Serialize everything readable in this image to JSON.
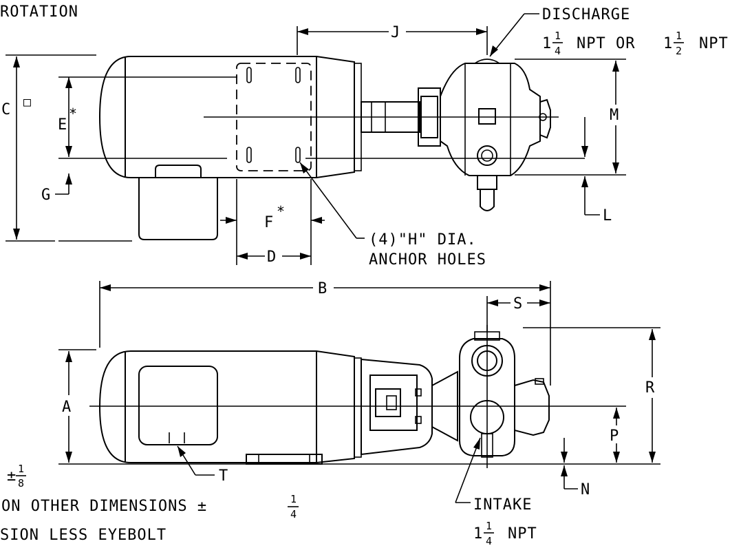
{
  "notes": {
    "rotation": "ROTATION",
    "tol_pm_prefix": "±",
    "tol_eighth_num": "1",
    "tol_eighth_den": "8",
    "other_dims": "ON OTHER DIMENSIONS ±",
    "other_num": "1",
    "other_den": "4",
    "less_eyebolt": "SION LESS EYEBOLT"
  },
  "discharge": {
    "label": "DISCHARGE",
    "size1_whole": "1",
    "size1_num": "1",
    "size1_den": "4",
    "or_text": "NPT OR",
    "size2_whole": "1",
    "size2_num": "1",
    "size2_den": "2",
    "npt": "NPT"
  },
  "intake": {
    "label": "INTAKE",
    "size_whole": "1",
    "size_num": "1",
    "size_den": "4",
    "npt": "NPT"
  },
  "anchor": {
    "line1": "(4)\"H\" DIA.",
    "line2": "ANCHOR HOLES"
  },
  "dims": {
    "A": "A",
    "B": "B",
    "C": "C",
    "C_mark": "□",
    "D": "D",
    "E": "E",
    "E_mark": "*",
    "F": "F",
    "F_mark": "*",
    "G": "G",
    "J": "J",
    "L": "L",
    "M": "M",
    "N": "N",
    "P": "P",
    "R": "R",
    "S": "S",
    "T": "T"
  }
}
